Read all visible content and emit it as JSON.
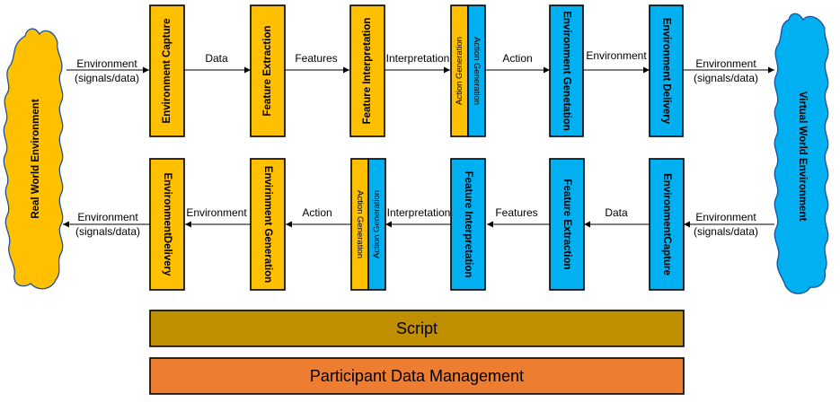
{
  "colors": {
    "yellow": "#FFC000",
    "blue": "#00B0F0",
    "script_bar": "#BF8F00",
    "pdm_bar": "#ED7D31"
  },
  "clouds": {
    "left": "Real World Environment",
    "right": "Virtual World Environment"
  },
  "top_row": {
    "boxes": [
      "Environment Capture",
      "Feature Extraction",
      "Feature Interpretation",
      "Environment Genetation",
      "Environment Delivery"
    ],
    "action_gen": [
      "Action Generation",
      "Action Generation"
    ],
    "arrows": {
      "in_l1": "Environment",
      "in_l2": "(signals/data)",
      "a1": "Data",
      "a2": "Features",
      "a3": "Interpretation",
      "a4": "Action",
      "a5": "Environment",
      "out_l1": "Environment",
      "out_l2": "(signals/data)"
    }
  },
  "bottom_row": {
    "boxes": [
      "EnvironmentDelivery",
      "Envirinment Generation",
      "Feature Interpretation",
      "Feature Extraction",
      "EnvironmentCapture"
    ],
    "action_gen": [
      "Action Generation",
      "Action Generation"
    ],
    "arrows": {
      "out_l1": "Environment",
      "out_l2": "(signals/data)",
      "a1": "Environment",
      "a2": "Action",
      "a3": "Interpretation",
      "a4": "Features",
      "a5": "Data",
      "in_l1": "Environment",
      "in_l2": "(signals/data)"
    }
  },
  "bars": {
    "script": "Script",
    "pdm": "Participant Data Management"
  }
}
